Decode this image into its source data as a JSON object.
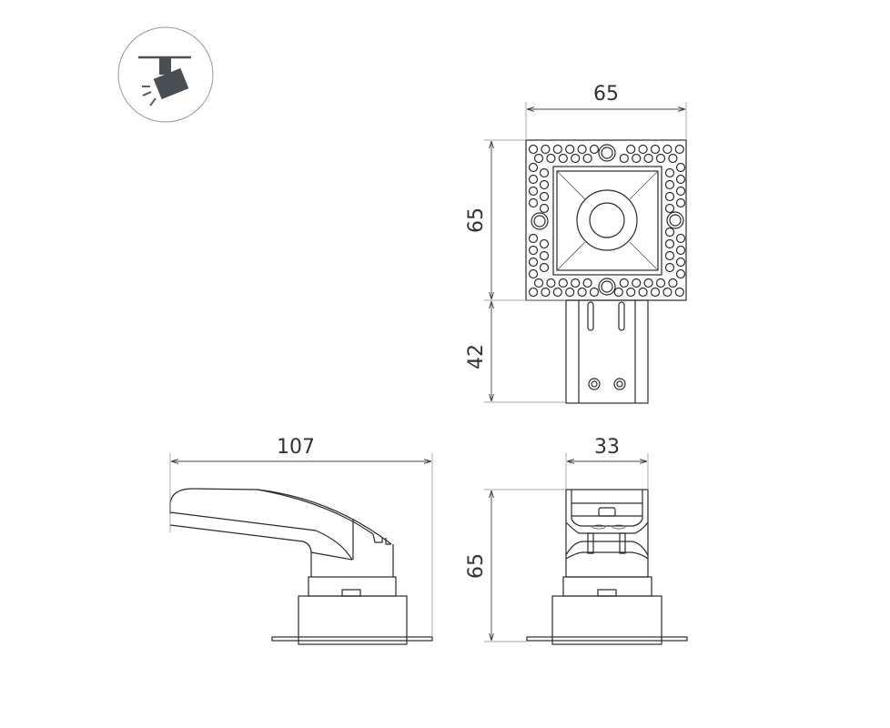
{
  "title": "Luminaire dimension drawing",
  "icon": {
    "name": "track-spotlight-icon",
    "color": "#4a4f54"
  },
  "dimensions": {
    "top_width": "65",
    "top_height": "65",
    "bracket_height": "42",
    "side_length": "107",
    "front_width": "33",
    "front_height": "65"
  },
  "colors": {
    "line": "#2a2a2a",
    "icon_fill": "#4a4f54"
  }
}
